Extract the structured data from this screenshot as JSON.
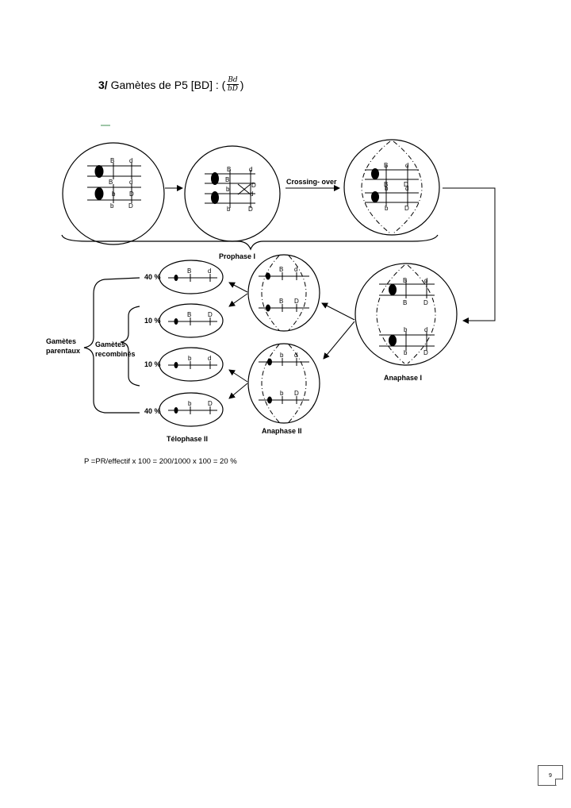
{
  "heading": {
    "number": "3/",
    "text": "Gamètes de P5 [BD] : (",
    "frac_num": "Bd",
    "frac_den": "bD",
    "close": ")"
  },
  "labels": {
    "crossing_over": "Crossing- over",
    "prophase": "Prophase I",
    "anaphase1": "Anaphase I",
    "anaphase2": "Anaphase II",
    "telophase2": "Télophase II",
    "gametes_parentaux_1": "Gamètes",
    "gametes_parentaux_2": "parentaux",
    "gametes_recombines_1": "Gamètes",
    "gametes_recombines_2": "recombinés"
  },
  "percentages": [
    "40 %",
    "10 %",
    "10 %",
    "40 %"
  ],
  "alleles": {
    "B": "B",
    "b": "b",
    "D": "D",
    "d": "d"
  },
  "formula": "P =PR/effectif x 100 = 200/1000  x 100 = 20 %",
  "page_number": "9"
}
